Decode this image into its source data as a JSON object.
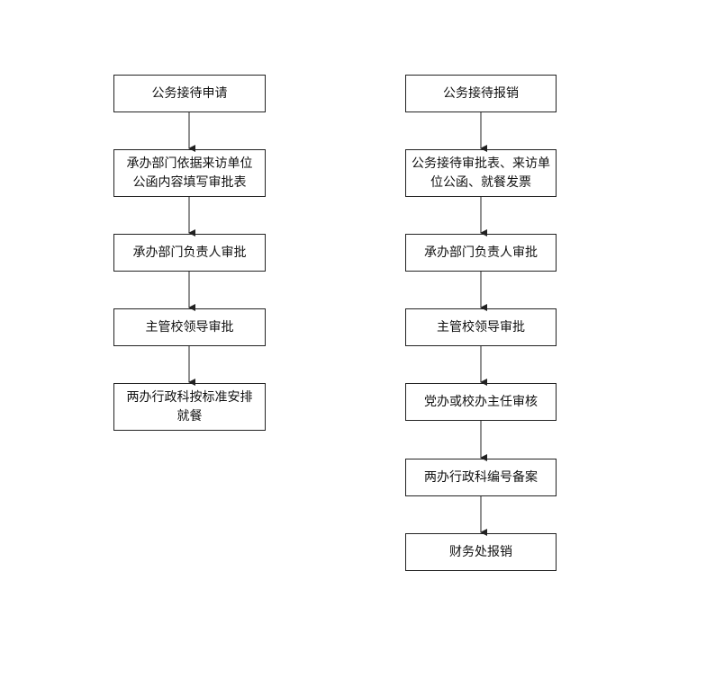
{
  "left_flow": {
    "steps": [
      "公务接待申请",
      "承办部门依据来访单位\n公函内容填写审批表",
      "承办部门负责人审批",
      "主管校领导审批",
      "两办行政科按标准安排\n就餐"
    ]
  },
  "right_flow": {
    "steps": [
      "公务接待报销",
      "公务接待审批表、来访单\n位公函、就餐发票",
      "承办部门负责人审批",
      "主管校领导审批",
      "党办或校办主任审核",
      "两办行政科编号备案",
      "财务处报销"
    ]
  }
}
